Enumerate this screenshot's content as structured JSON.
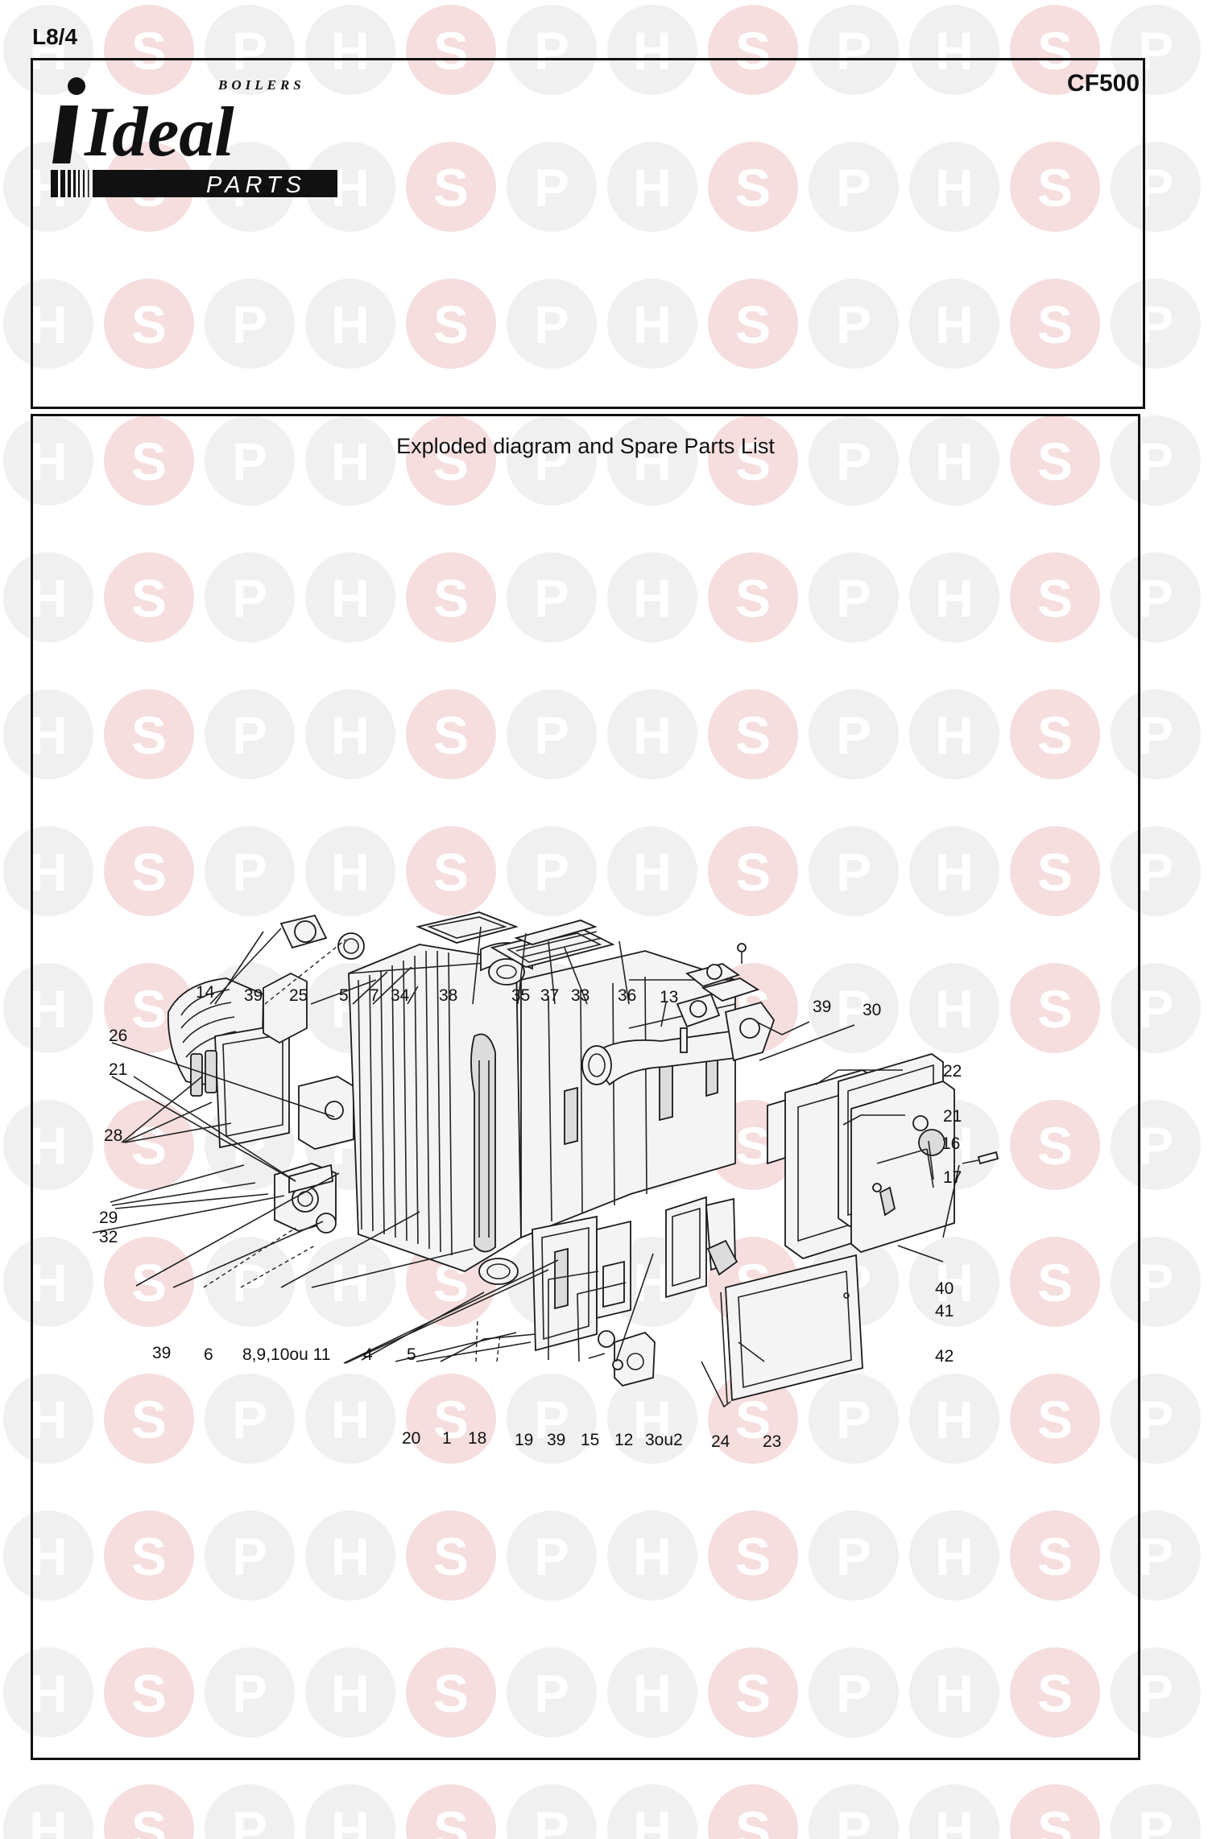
{
  "page_code": "L8/4",
  "model_code": "CF500",
  "brand": {
    "top_word": "BOILERS",
    "main_word": "Ideal",
    "sub_word": "PARTS",
    "main_color": "#111111"
  },
  "diagram": {
    "title": "Exploded diagram and Spare Parts List",
    "callouts": [
      "14",
      "39",
      "25",
      "5",
      "7",
      "34",
      "38",
      "35",
      "37",
      "33",
      "36",
      "13",
      "39",
      "30",
      "26",
      "21",
      "22",
      "21",
      "28",
      "16",
      "17",
      "29",
      "32",
      "40",
      "41",
      "39",
      "6",
      "8,9,10ou 11",
      "4",
      "5",
      "42",
      "20",
      "1",
      "18",
      "19",
      "39",
      "15",
      "12",
      "3ou2",
      "24",
      "23"
    ]
  },
  "watermark": {
    "letters": [
      "H",
      "S",
      "P"
    ],
    "colors": {
      "h": "#f0f0f0",
      "s": "#f6dede",
      "p": "#f0f0f0"
    }
  }
}
